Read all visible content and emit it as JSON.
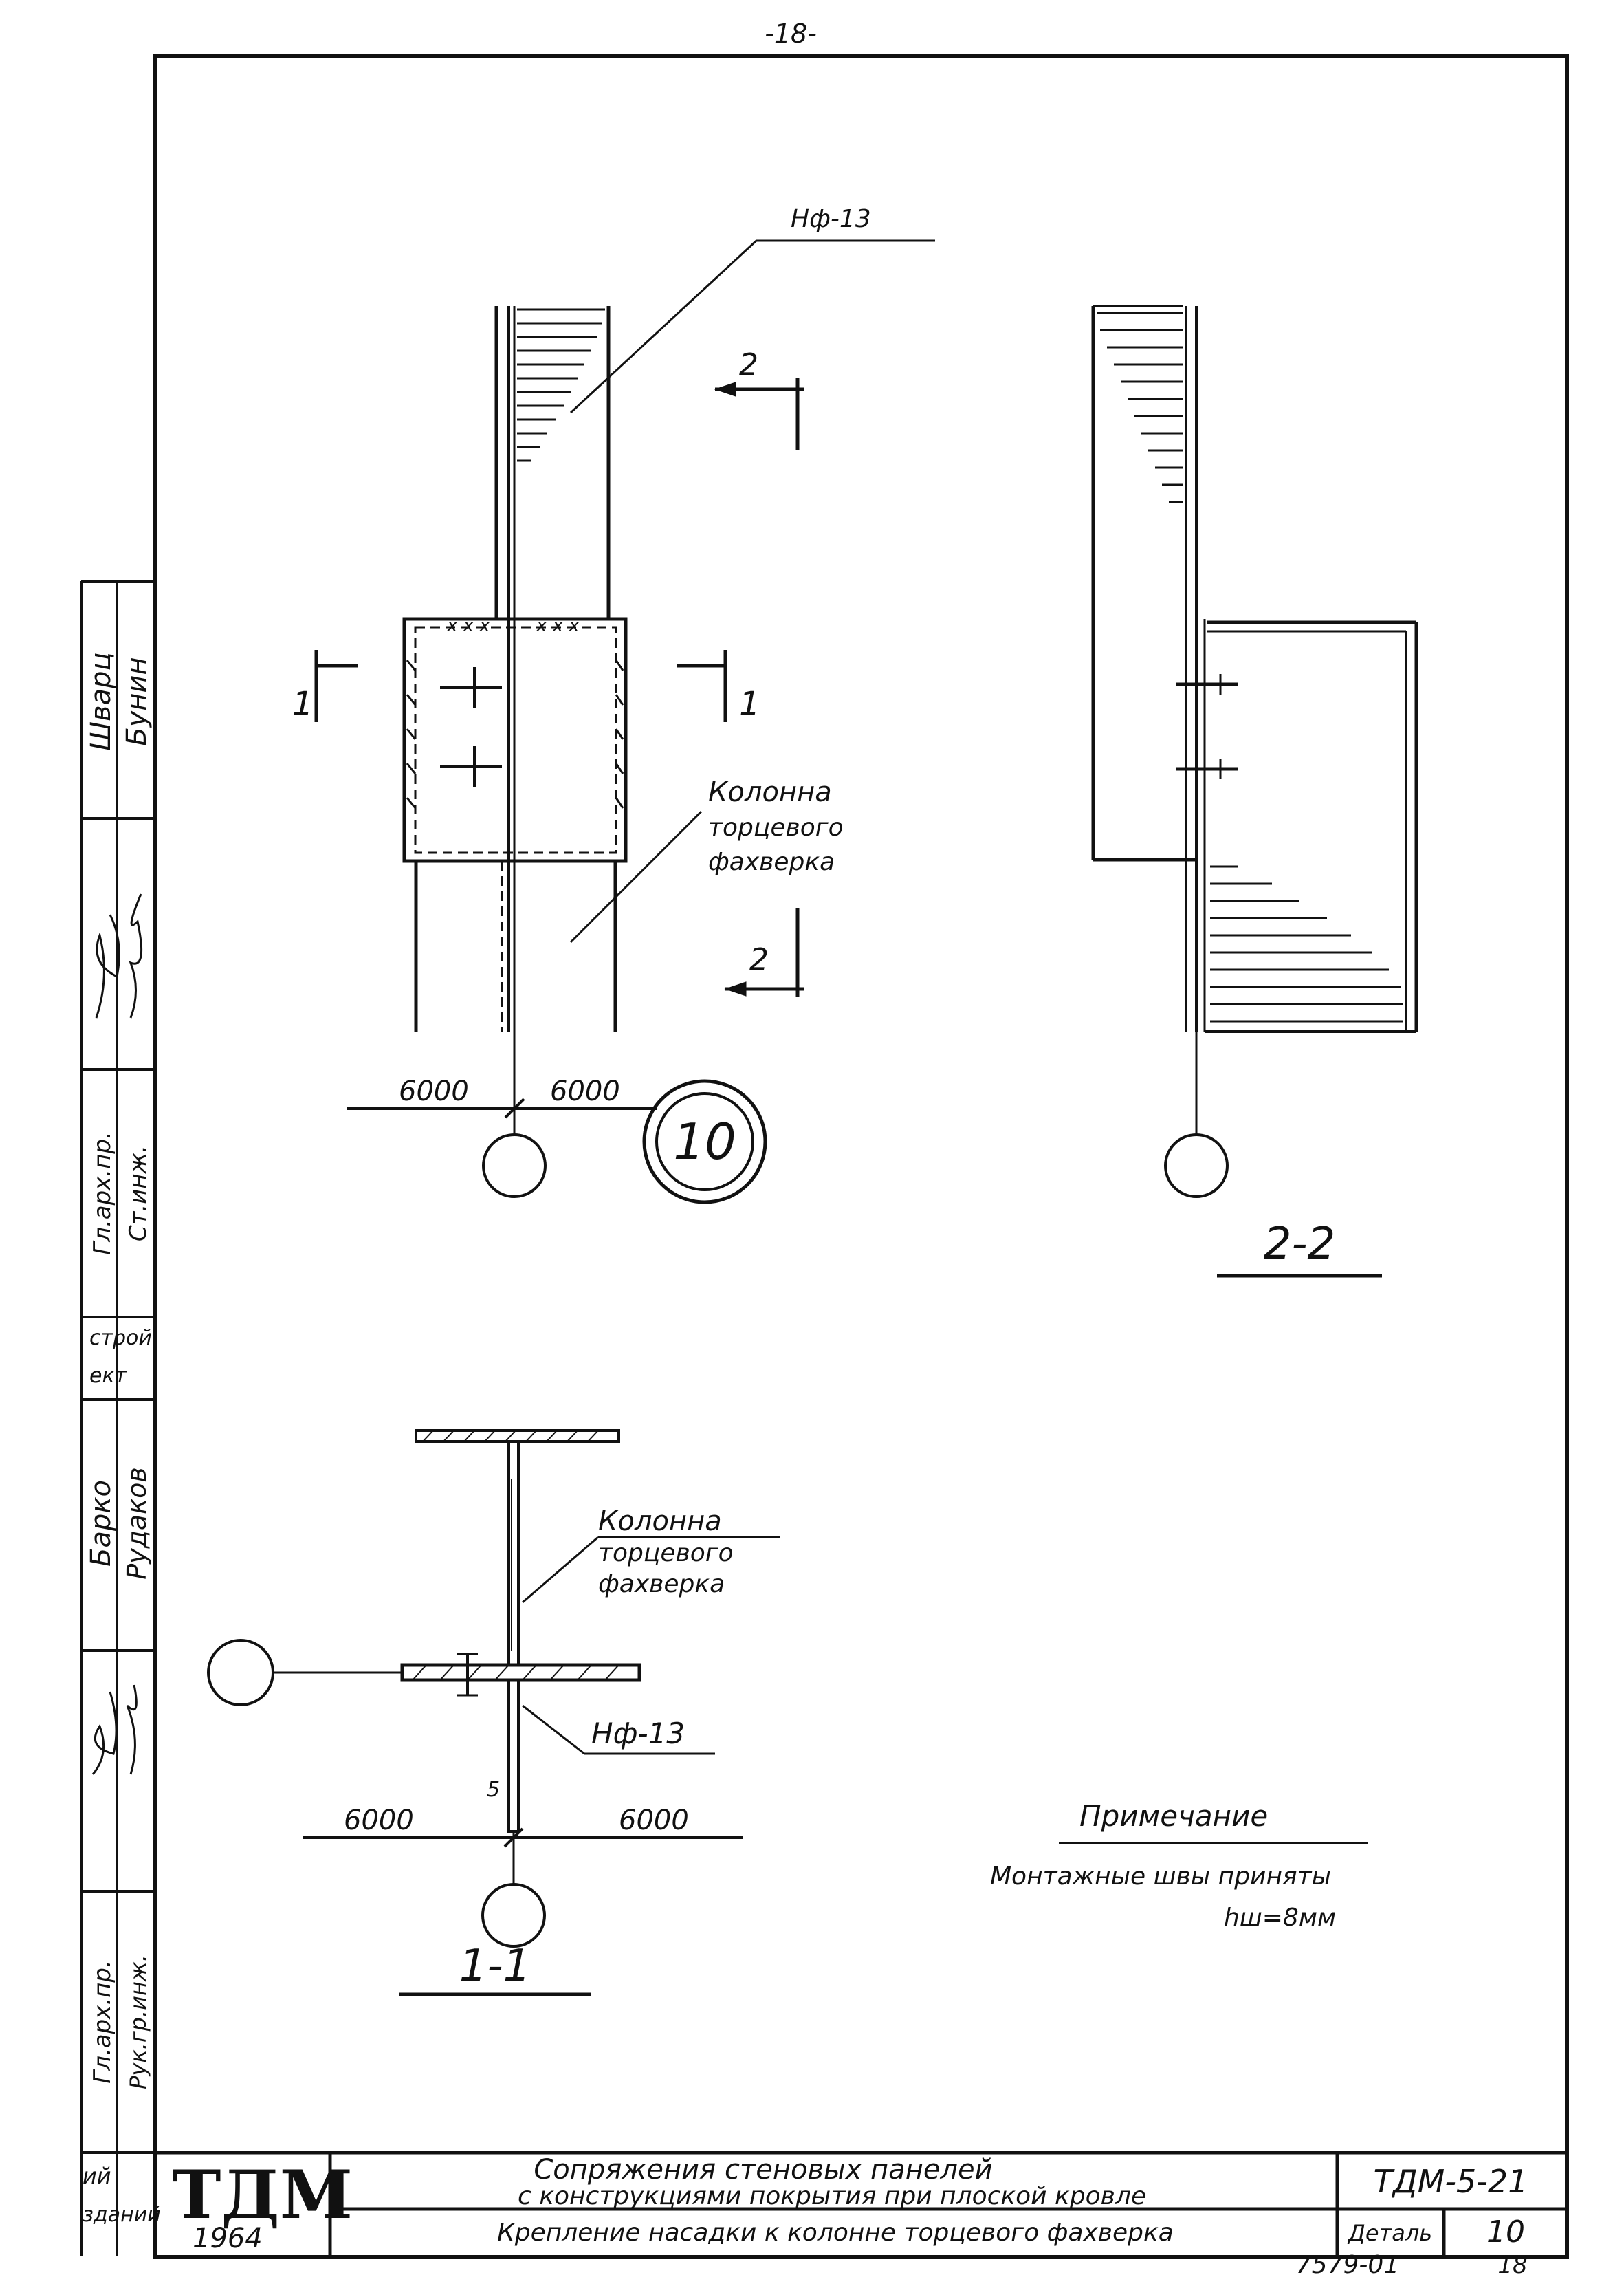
{
  "page": {
    "number": "-18-"
  },
  "view_front": {
    "label_nf": "Нф-13",
    "section_2_top": "2",
    "section_2_bottom": "2",
    "section_1_left": "1",
    "section_1_right": "1",
    "column_label_l1": "Колонна",
    "column_label_l2": "торцевого",
    "column_label_l3": "фахверка",
    "dim_left": "6000",
    "dim_right": "6000"
  },
  "detail_marker": {
    "number": "10"
  },
  "view_section_2": {
    "title": "2-2"
  },
  "view_section_1": {
    "column_label_l1": "Колонна",
    "column_label_l2": "торцевого",
    "column_label_l3": "фахверка",
    "label_nf": "Нф-13",
    "weld_size": "5",
    "dim_left": "6000",
    "dim_right": "6000",
    "title": "1-1"
  },
  "note": {
    "title": "Примечание",
    "line1": "Монтажные швы приняты",
    "line2": "hш=8мм"
  },
  "left_stamp": {
    "row1": [
      "Шварц",
      "Бунин"
    ],
    "row2": [
      "Гл.арх.пр.",
      "Ст.инж."
    ],
    "row3": [
      "строй",
      "ект"
    ],
    "row4": [
      "Барко",
      "Рудаков"
    ],
    "row5": [
      "Гл.арх.пр.",
      "Рук.гр.инж."
    ],
    "row6": [
      "ий",
      "зданий"
    ]
  },
  "title_block": {
    "org": "ТДМ",
    "year": "1964",
    "title_line1": "Сопряжения стеновых панелей",
    "title_line2": "с конструкциями покрытия при плоской кровле",
    "code": "ТДМ-5-21",
    "subtitle": "Крепление насадки к колонне торцевого фахверка",
    "detail_label": "Деталь",
    "detail_number": "10"
  },
  "footer": {
    "archive_number": "7579-01",
    "sheet_number": "18"
  }
}
